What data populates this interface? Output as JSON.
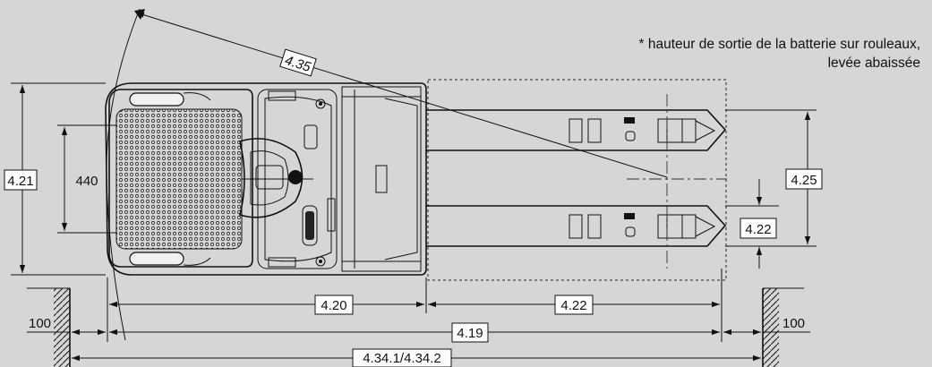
{
  "note": {
    "line1": "* hauteur de sortie de la batterie sur rouleaux,",
    "line2": "levée abaissée"
  },
  "dimensions": {
    "turning_radius": "4.35",
    "overall_width": "4.21",
    "inner_width": "440",
    "fork_spread": "4.25",
    "fork_width": "4.22",
    "length_to_fork_face": "4.20",
    "fork_length": "4.22",
    "overall_length": "4.19",
    "aisle_width": "4.34.1/4.34.2",
    "clearance_left": "100",
    "clearance_right": "100"
  },
  "colors": {
    "background": "#d6d6d6",
    "line": "#111111"
  }
}
